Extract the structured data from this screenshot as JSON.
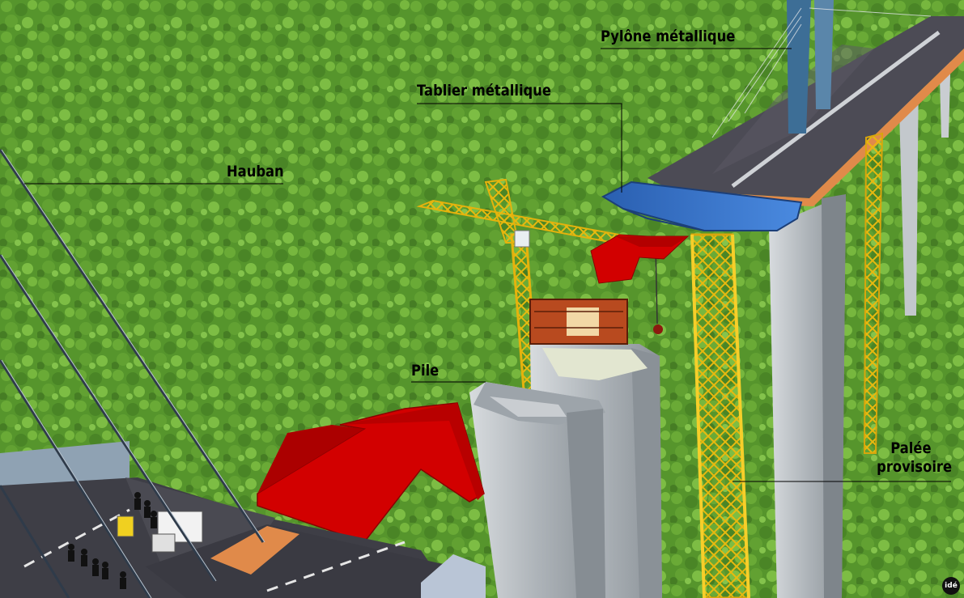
{
  "labels": {
    "pylone": "Pylône métallique",
    "tablier": "Tablier métallique",
    "hauban": "Hauban",
    "pile": "Pile",
    "palee_line1": "Palée",
    "palee_line2": "provisoire"
  },
  "logo": "idé",
  "colors": {
    "forest": "#5a9a2c",
    "arrow_red": "#d20000",
    "crane_yellow": "#f2c21a",
    "deck_blue": "#2f6fc4",
    "pier_grey": "#b9bfc4",
    "pylon_blue": "#3d6e96"
  }
}
